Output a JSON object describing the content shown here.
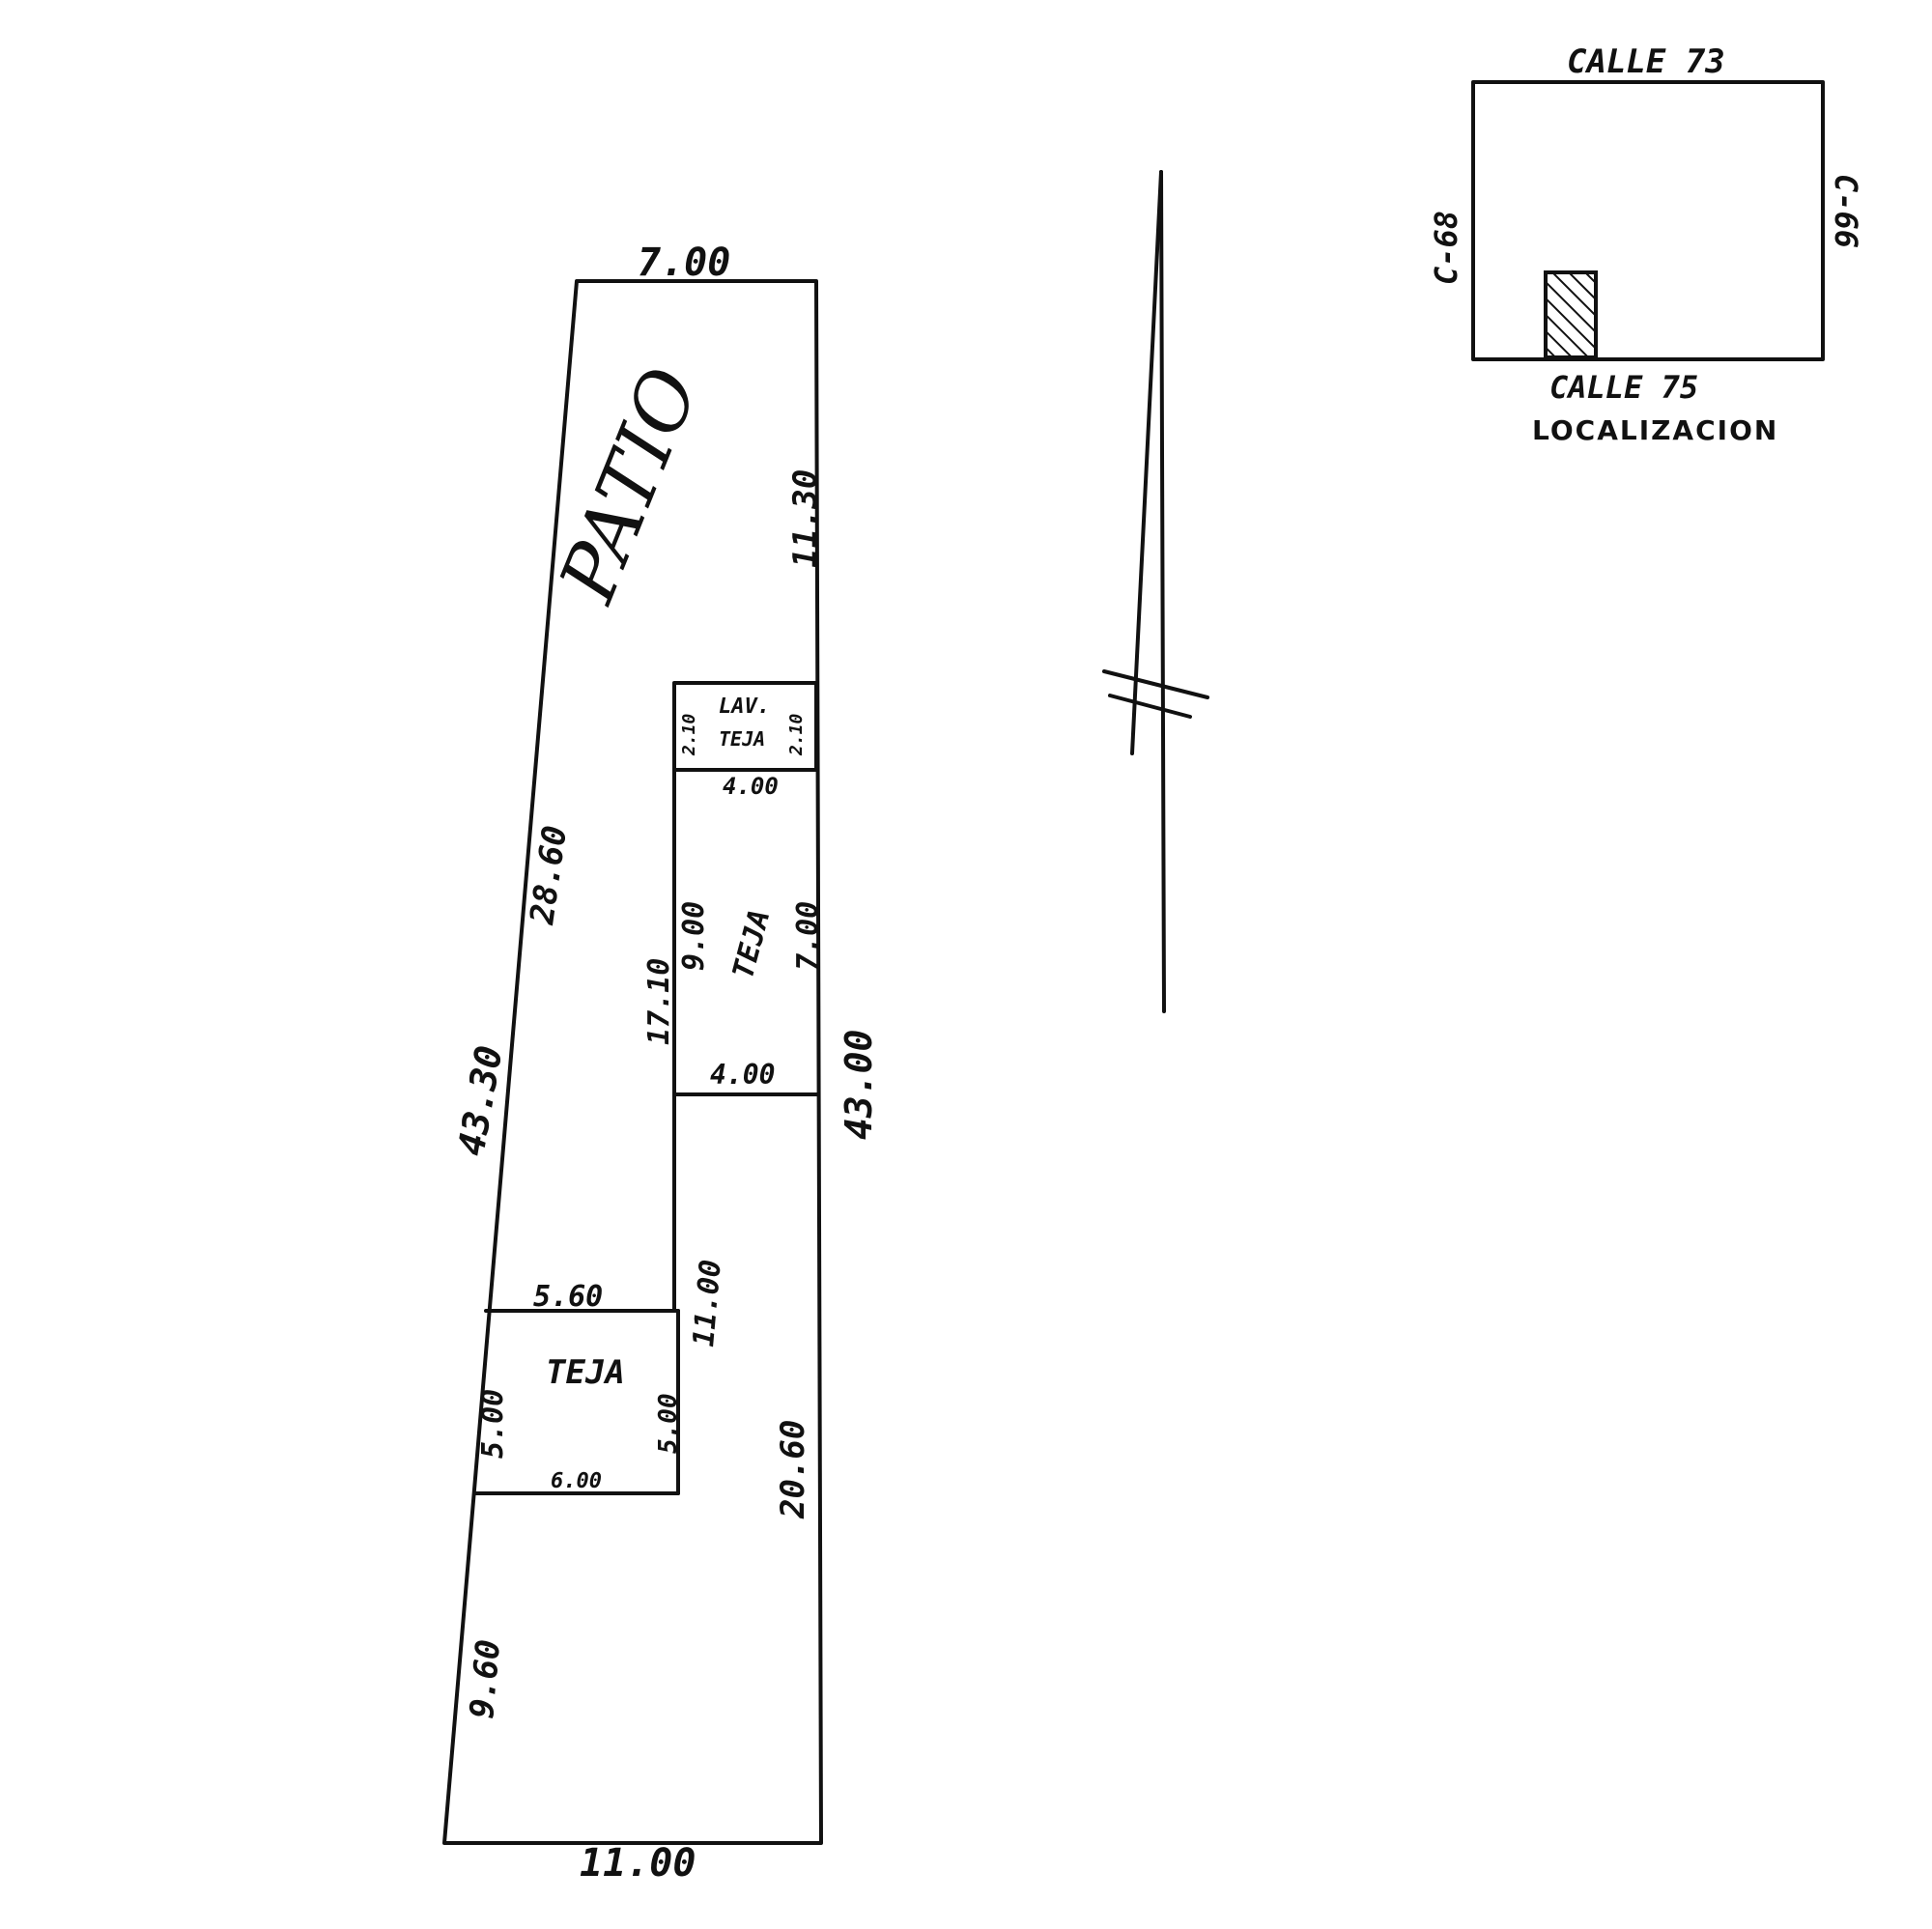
{
  "plan": {
    "top_width": "7.00",
    "bottom_width": "11.00",
    "right_total": "43.00",
    "left_total": "43.30",
    "left_upper": "28.60",
    "left_lower": "9.60",
    "right_upper": "11.30",
    "right_lower": "20.60",
    "patio": "PATIO",
    "lav": {
      "label_top": "LAV.",
      "label_bottom": "TEJA",
      "left_dim": "2.10",
      "right_dim": "2.10",
      "bottom_dim": "4.00"
    },
    "room_center": {
      "label": "TEJA",
      "top_dim": "4.00",
      "bottom_dim": "4.00",
      "left_dim": "9.00",
      "right_dim": "7.00",
      "outer_left": "17.10"
    },
    "room_lower": {
      "label": "TEJA",
      "top_dim": "5.60",
      "bottom_dim": "6.00",
      "left_dim": "5.00",
      "right_dim": "5.00",
      "upper_dim": "11.00"
    }
  },
  "location": {
    "top": "CALLE 73",
    "bottom": "CALLE 75",
    "left": "C-68",
    "right": "C-66",
    "caption": "LOCALIZACION"
  },
  "icons": {
    "north_arrow": "north-arrow-icon",
    "hatch": "hatched-lot-icon"
  }
}
